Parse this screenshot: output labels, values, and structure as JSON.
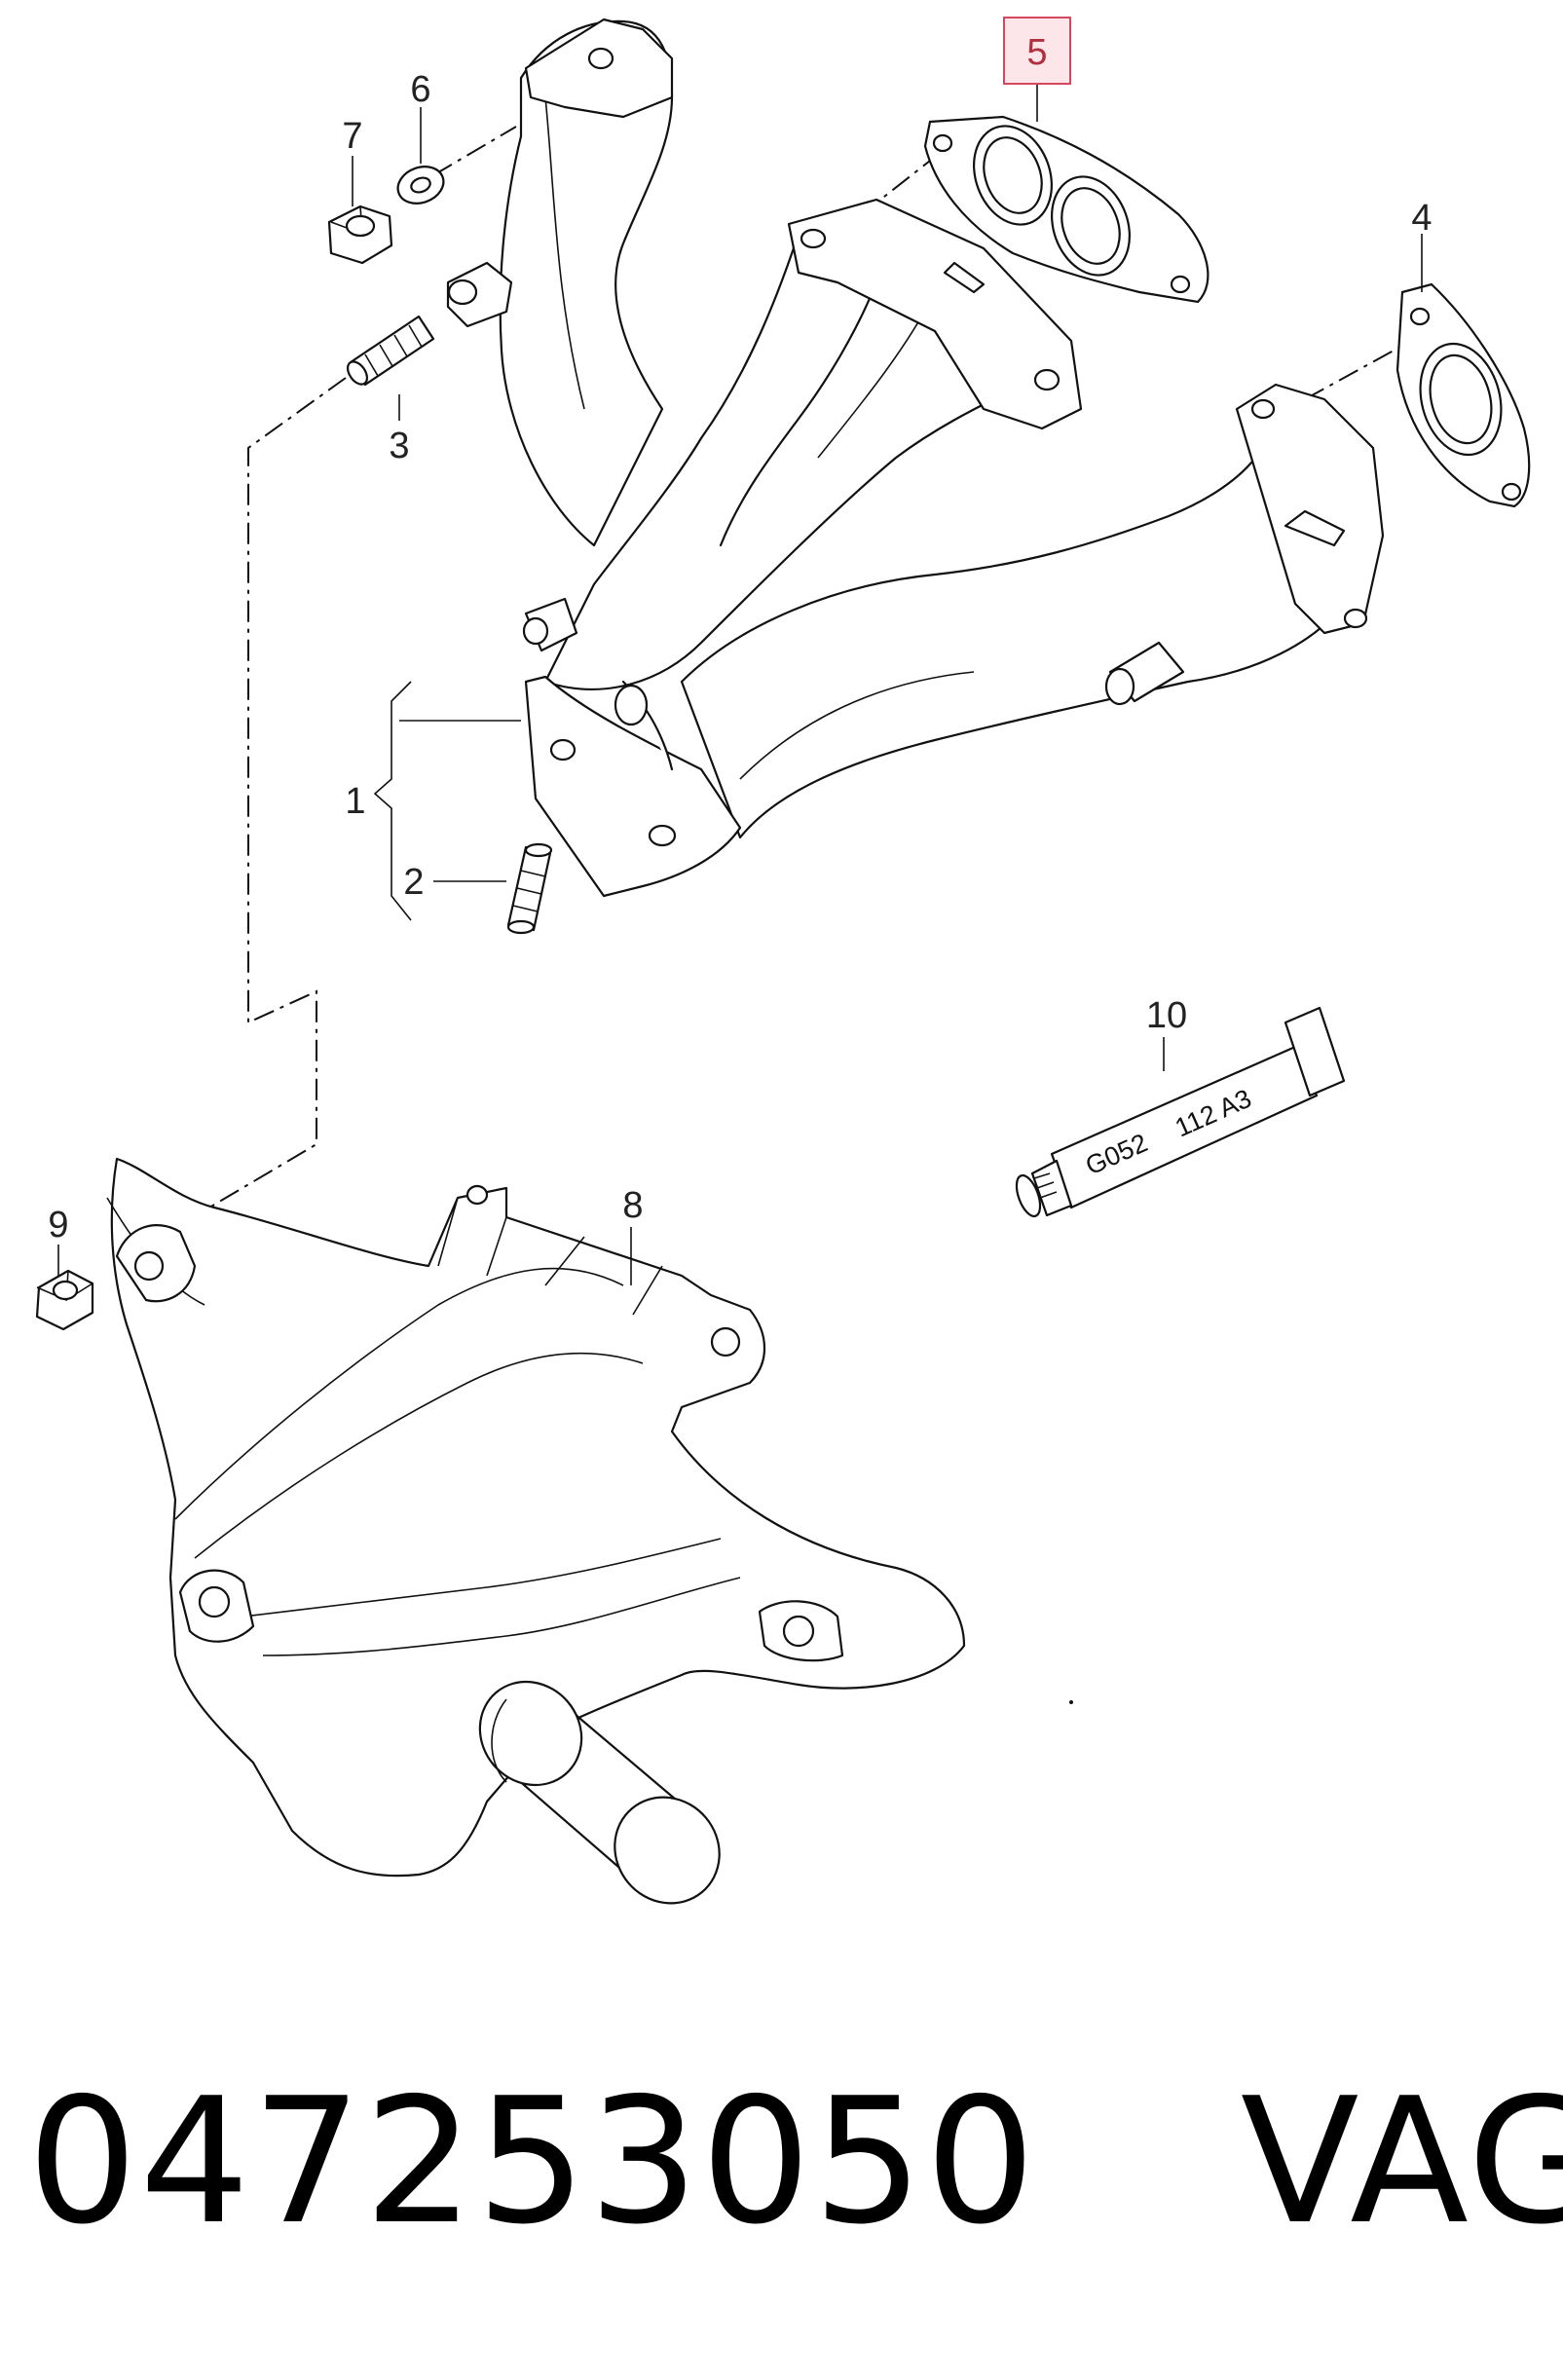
{
  "callouts": {
    "n1": "1",
    "n2": "2",
    "n3": "3",
    "n4": "4",
    "n5": "5",
    "n6": "6",
    "n7": "7",
    "n8": "8",
    "n9": "9",
    "n10": "10"
  },
  "highlight": {
    "callout": "5",
    "fill": "#fde6ea",
    "stroke": "#d4485e"
  },
  "tube_label": {
    "code": "G052",
    "suffix": "112 A3"
  },
  "footer": {
    "part_number": "047253050",
    "brand": "VAG"
  }
}
